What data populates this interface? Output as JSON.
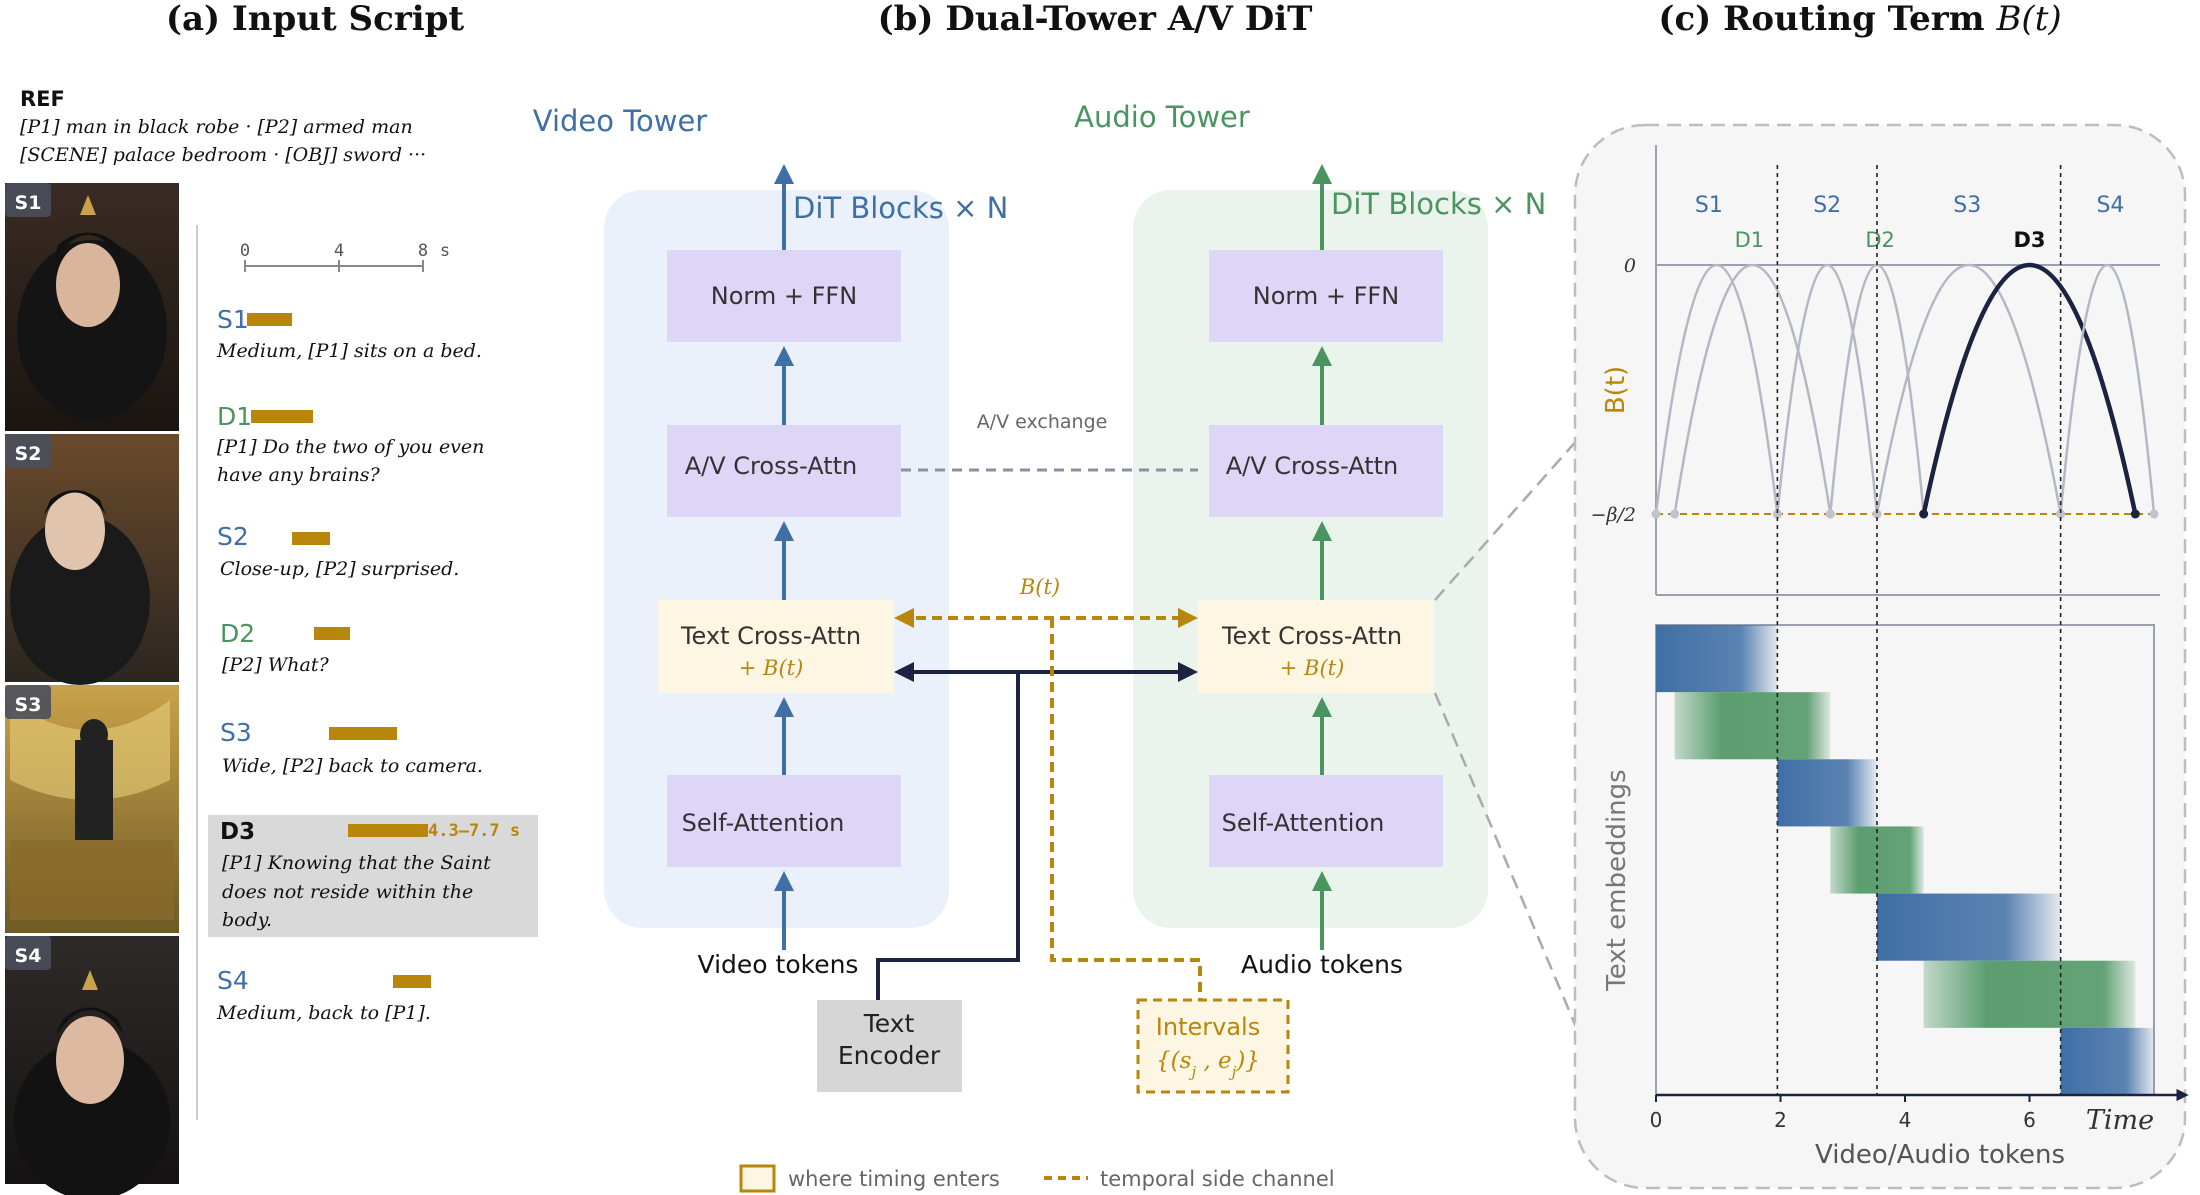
{
  "titles": {
    "a": "(a) Input Script",
    "b": "(b) Dual-Tower A/V DiT",
    "c_prefix": "(c) Routing Term ",
    "c_math": "B(t)"
  },
  "script": {
    "ref_title": "REF",
    "ref_line1": "[P1] man in black robe · [P2] armed man",
    "ref_line2": "[SCENE] palace bedroom · [OBJ] sword ···",
    "axis_ticks": [
      "0",
      "4",
      "8"
    ],
    "axis_unit": "s",
    "frames": [
      "S1",
      "S2",
      "S3",
      "S4"
    ],
    "entries": [
      {
        "id": "S1",
        "kind": "shot",
        "text1": "Medium, [P1] sits on a bed.",
        "text2": ""
      },
      {
        "id": "D1",
        "kind": "dialogue",
        "text1": "[P1] Do the two of you even",
        "text2": "have any brains?"
      },
      {
        "id": "S2",
        "kind": "shot",
        "text1": "Close-up, [P2] surprised.",
        "text2": ""
      },
      {
        "id": "D2",
        "kind": "dialogue",
        "text1": "[P2] What?",
        "text2": ""
      },
      {
        "id": "S3",
        "kind": "shot",
        "text1": "Wide, [P2] back to camera.",
        "text2": ""
      },
      {
        "id": "D3",
        "kind": "dialogue",
        "text1": "[P1] Knowing that the Saint",
        "text2": "does not reside within the",
        "text3": "body."
      },
      {
        "id": "S4",
        "kind": "shot",
        "text1": "Medium, back to [P1].",
        "text2": ""
      }
    ],
    "d3_interval": "4.3–7.7 s"
  },
  "diagram": {
    "video_tower": "Video Tower",
    "audio_tower": "Audio Tower",
    "dit_blocks": "DiT Blocks × N",
    "norm_ffn": "Norm + FFN",
    "av_cross": "A/V Cross-Attn",
    "av_exchange": "A/V exchange",
    "text_cross": "Text Cross-Attn",
    "plus_bt": "+ B(t)",
    "bt_label": "B(t)",
    "self_attn": "Self-Attention",
    "video_tokens": "Video tokens",
    "audio_tokens": "Audio tokens",
    "text_encoder_1": "Text",
    "text_encoder_2": "Encoder",
    "intervals_1": "Intervals",
    "intervals_2": "{(s",
    "intervals_sub_s": "j",
    "intervals_mid": " , e",
    "intervals_sub_e": "j",
    "intervals_end": ")}",
    "legend_timing": "where timing enters",
    "legend_side": "temporal side channel"
  },
  "routing": {
    "segment_labels": [
      "S1",
      "S2",
      "S3",
      "S4"
    ],
    "dialogue_labels": [
      "D1",
      "D2",
      "D3"
    ],
    "y_axis_label": "B(t)",
    "y_tick_top": "0",
    "y_tick_bottom": "−β/2",
    "x_ticks": [
      "0",
      "2",
      "4",
      "6"
    ],
    "x_time": "Time",
    "x_axis_label": "Video/Audio tokens",
    "y2_axis_label": "Text embeddings"
  },
  "chart_data": {
    "type": "line",
    "title": "(c) Routing Term B(t)",
    "xlabel": "Video/Audio tokens",
    "ylabel": "B(t)",
    "x_ticks": [
      0,
      2,
      4,
      6
    ],
    "y_ticks": [
      "0",
      "−β/2"
    ],
    "dividers_x": [
      1.95,
      3.55,
      6.5
    ],
    "series": [
      {
        "name": "S1",
        "interval": [
          0,
          1.95
        ]
      },
      {
        "name": "D1",
        "interval": [
          0.3,
          2.8
        ]
      },
      {
        "name": "S2",
        "interval": [
          1.95,
          3.55
        ]
      },
      {
        "name": "D2",
        "interval": [
          2.8,
          4.3
        ]
      },
      {
        "name": "S3",
        "interval": [
          3.55,
          6.5
        ]
      },
      {
        "name": "D3",
        "interval": [
          4.3,
          7.7
        ],
        "highlighted": true
      },
      {
        "name": "S4",
        "interval": [
          6.5,
          8.0
        ]
      }
    ],
    "bands": [
      {
        "name": "S1",
        "start": 0,
        "end": 1.95,
        "color": "#3f6fa5"
      },
      {
        "name": "D1",
        "start": 0.3,
        "end": 2.8,
        "color": "#4a9460"
      },
      {
        "name": "S2",
        "start": 1.95,
        "end": 3.55,
        "color": "#3f6fa5"
      },
      {
        "name": "D2",
        "start": 2.8,
        "end": 4.3,
        "color": "#4a9460"
      },
      {
        "name": "S3",
        "start": 3.55,
        "end": 6.5,
        "color": "#3f6fa5"
      },
      {
        "name": "D3",
        "start": 4.3,
        "end": 7.7,
        "color": "#4a9460"
      },
      {
        "name": "S4",
        "start": 6.5,
        "end": 8.0,
        "color": "#3f6fa5"
      }
    ],
    "xlim": [
      0,
      8
    ],
    "ylim": [
      "−β/2",
      "0"
    ]
  },
  "colors": {
    "video_blue": "#3f6fa5",
    "audio_green": "#4a9460",
    "timing_gold": "#b8860b",
    "block_purple": "#ddd6f7",
    "text_block_cream": "#fdf6e3",
    "dark": "#1b2340",
    "gray_curve": "#b5b8c4"
  }
}
